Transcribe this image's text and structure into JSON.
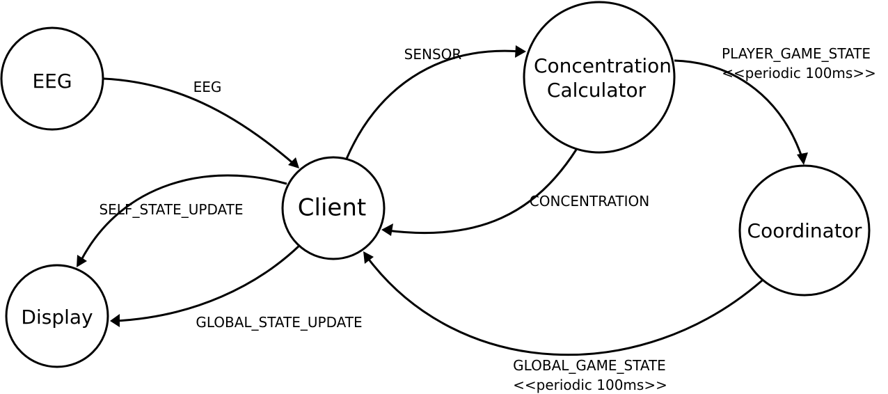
{
  "nodes": {
    "eeg": "EEG",
    "client": "Client",
    "display": "Display",
    "concentration_calculator": [
      "Concentration",
      "Calculator"
    ],
    "coordinator": "Coordinator"
  },
  "edges": {
    "eeg": "EEG",
    "sensor": "SENSOR",
    "concentration": "CONCENTRATION",
    "self_state_update": "SELF_STATE_UPDATE",
    "global_state_update": "GLOBAL_STATE_UPDATE",
    "player_game_state": [
      "PLAYER_GAME_STATE",
      "<<periodic 100ms>>"
    ],
    "global_game_state": [
      "GLOBAL_GAME_STATE",
      "<<periodic 100ms>>"
    ]
  }
}
